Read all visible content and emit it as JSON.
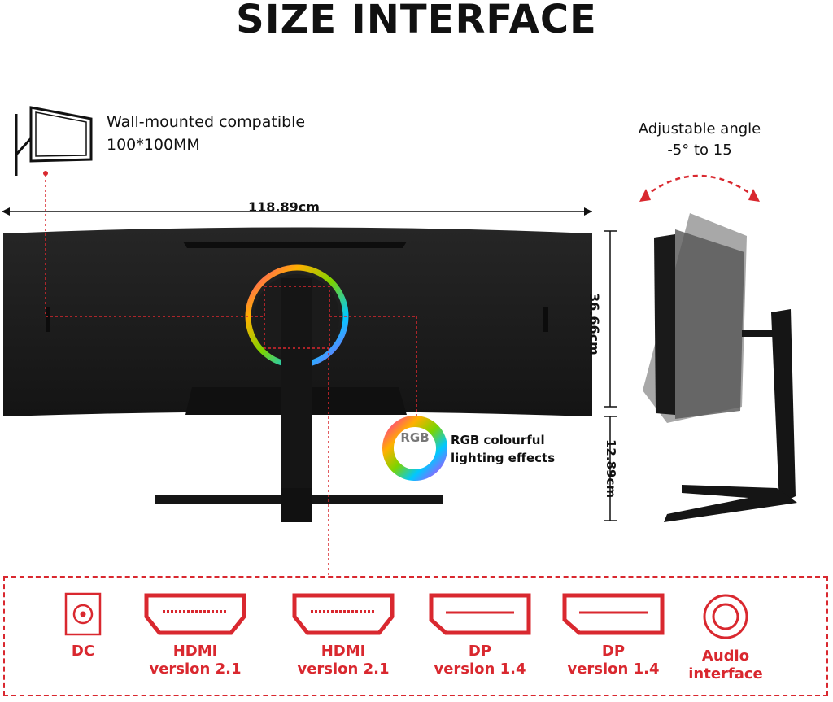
{
  "title": "SIZE INTERFACE",
  "wall_mount": {
    "line1": "Wall-mounted compatible",
    "line2": "100*100MM"
  },
  "angle": {
    "line1": "Adjustable angle",
    "line2": "-5° to 15"
  },
  "dimensions": {
    "width": "118.89cm",
    "height": "36.66cm",
    "stand": "12.89cm"
  },
  "rgb": {
    "badge": "RGB",
    "line1": "RGB colourful",
    "line2": "lighting effects"
  },
  "ports": [
    {
      "line1": "DC",
      "line2": "",
      "icon": "dc-power-icon"
    },
    {
      "line1": "HDMI",
      "line2": "version 2.1",
      "icon": "hdmi-port-icon"
    },
    {
      "line1": "HDMI",
      "line2": "version 2.1",
      "icon": "hdmi-port-icon"
    },
    {
      "line1": "DP",
      "line2": "version 1.4",
      "icon": "displayport-icon"
    },
    {
      "line1": "DP",
      "line2": "version 1.4",
      "icon": "displayport-icon"
    },
    {
      "line1": "Audio",
      "line2": "interface",
      "icon": "audio-jack-icon"
    }
  ],
  "colors": {
    "accent": "#d9282f",
    "monitor": "#1d1d1d"
  }
}
